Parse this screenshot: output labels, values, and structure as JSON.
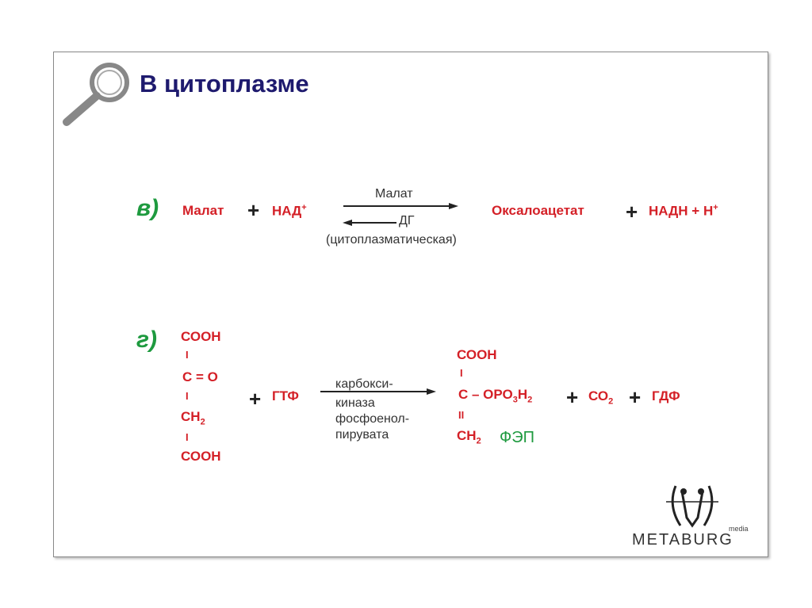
{
  "title": "В цитоплазме",
  "reaction_v": {
    "label": "в)",
    "substrate": "Малат",
    "cofactor": "НАД",
    "cofactor_sup": "+",
    "enzyme_top": "Малат",
    "enzyme_mid": "ДГ",
    "enzyme_bottom": "(цитоплазматическая)",
    "product": "Оксалоацетат",
    "product2": "НАДН + Н",
    "product2_sup": "+",
    "plus": "+"
  },
  "reaction_g": {
    "label": "г)",
    "sub_lines": [
      "СООН",
      "С = О",
      "СН",
      "СООН"
    ],
    "sub_ch2_sub": "2",
    "bond": "I",
    "gtf": "ГТФ",
    "enzyme_lines": [
      "карбокси-",
      "киназа",
      "фосфоенол-",
      "пирувата"
    ],
    "prod_cooh": "СООН",
    "prod_c": "С – ОРО",
    "prod_c_sub1": "3",
    "prod_c_h": "Н",
    "prod_c_sub2": "2",
    "double_bond": "II",
    "prod_ch2": "СН",
    "prod_ch2_sub": "2",
    "fep": "ФЭП",
    "co2": "СО",
    "co2_sub": "2",
    "gdf": "ГДФ",
    "plus": "+"
  },
  "logo": {
    "name": "METABURG",
    "sub": "media"
  },
  "colors": {
    "title": "#1e1a6e",
    "red": "#d42027",
    "green": "#1e9a3f"
  }
}
